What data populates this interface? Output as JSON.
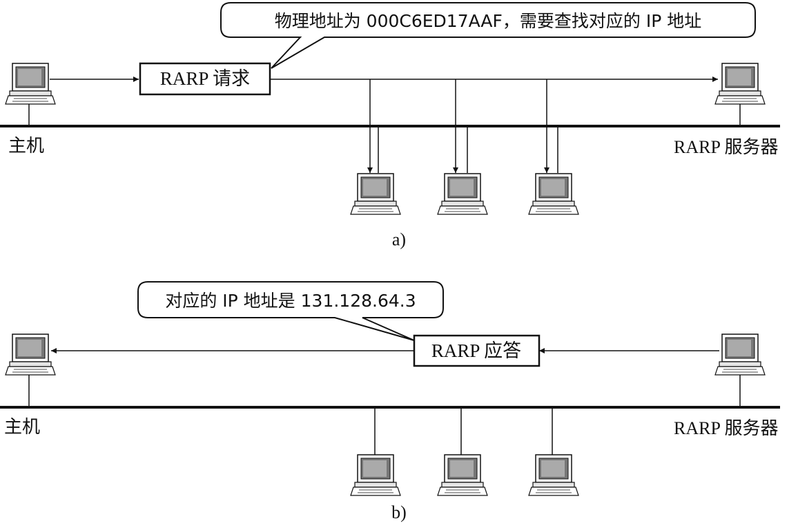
{
  "panel_a": {
    "callout": "物理地址为 000C6ED17AAF，需要查找对应的 IP 地址",
    "message": "RARP 请求",
    "host_label": "主机",
    "server_label": "RARP 服务器",
    "caption": "a)"
  },
  "panel_b": {
    "callout": "对应的 IP 地址是 131.128.64.3",
    "message": "RARP 应答",
    "host_label": "主机",
    "server_label": "RARP 服务器",
    "caption": "b)"
  }
}
